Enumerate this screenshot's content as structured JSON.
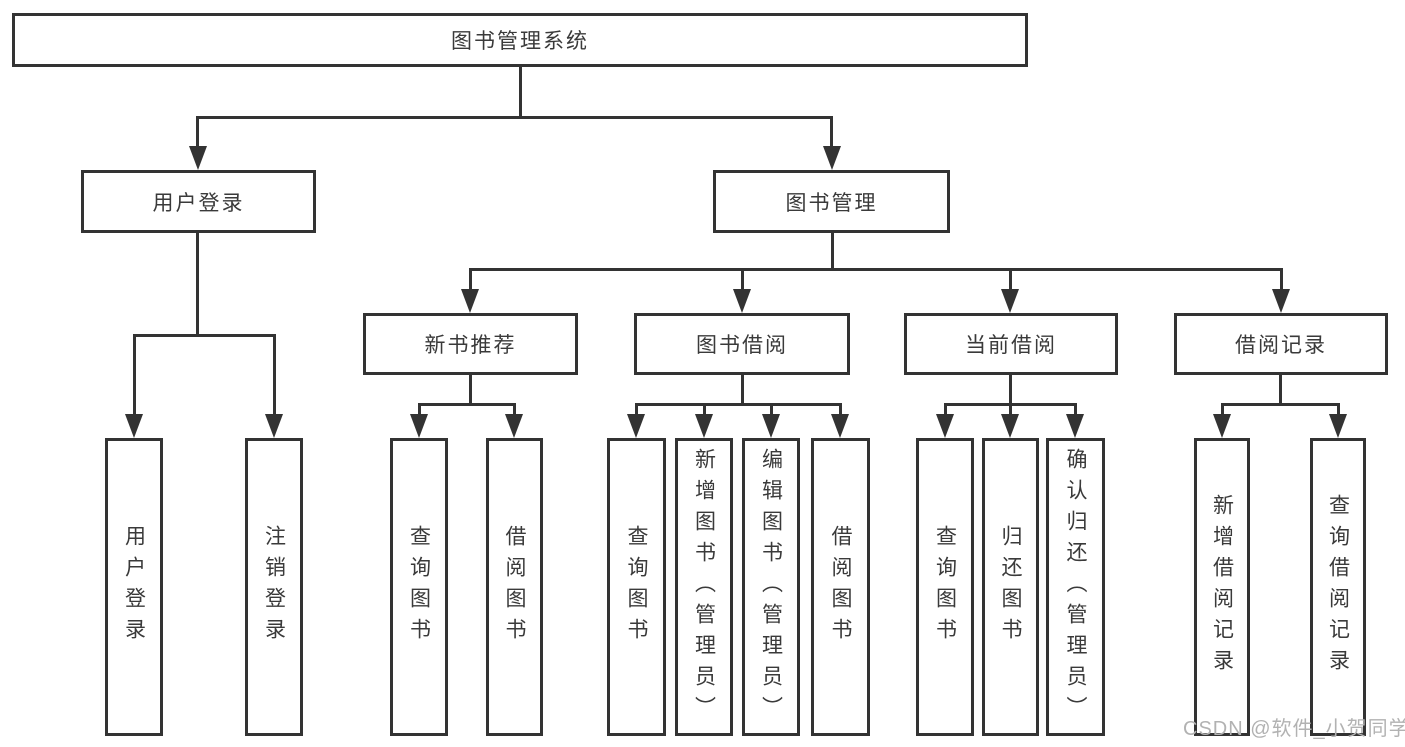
{
  "diagram": {
    "root": "图书管理系统",
    "level2": [
      {
        "label": "用户登录"
      },
      {
        "label": "图书管理"
      }
    ],
    "level3": [
      {
        "label": "新书推荐"
      },
      {
        "label": "图书借阅"
      },
      {
        "label": "当前借阅"
      },
      {
        "label": "借阅记录"
      }
    ],
    "leaves": {
      "user_login": [
        "用户登录",
        "注销登录"
      ],
      "new_book_recommend": [
        "查询图书",
        "借阅图书"
      ],
      "book_borrowing": [
        "查询图书",
        "新增图书（管理员）",
        "编辑图书（管理员）",
        "借阅图书"
      ],
      "current_borrowing": [
        "查询图书",
        "归还图书",
        "确认归还（管理员）"
      ],
      "borrowing_records": [
        "新增借阅记录",
        "查询借阅记录"
      ]
    }
  },
  "watermark": "CSDN @软件_小贺同学",
  "colors": {
    "line": "#333333",
    "box_border": "#333333",
    "text": "#3a3a3a",
    "watermark": "#b2b2b2",
    "background": "#ffffff"
  }
}
